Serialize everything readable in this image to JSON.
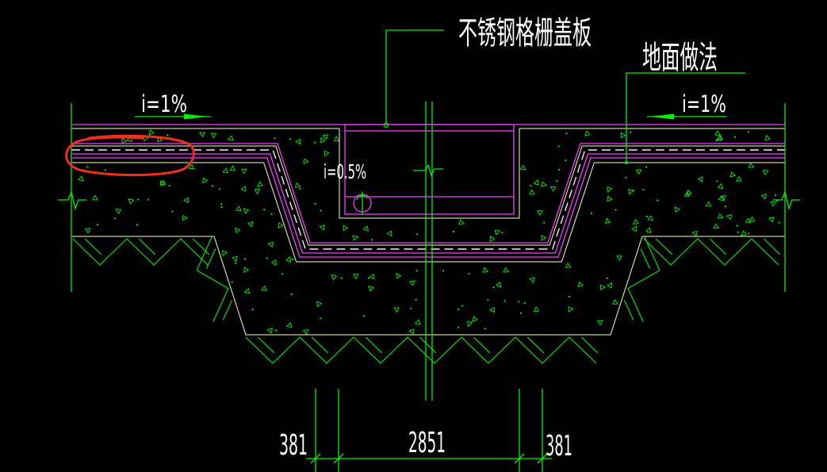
{
  "drawing": {
    "background": "#000000",
    "colors": {
      "lines": "#00f000",
      "layers": "#f040ff",
      "outline": "#ffffc0",
      "text": "#ffffff",
      "markup": "#e8321e"
    }
  },
  "labels": {
    "cover_plate": "不锈钢格栅盖板",
    "floor_finish": "地面做法",
    "slope_left": "i=1%",
    "slope_right": "i=1%",
    "slope_channel": "i=0.5%"
  },
  "dimensions": [
    "381",
    "2851",
    "381"
  ]
}
